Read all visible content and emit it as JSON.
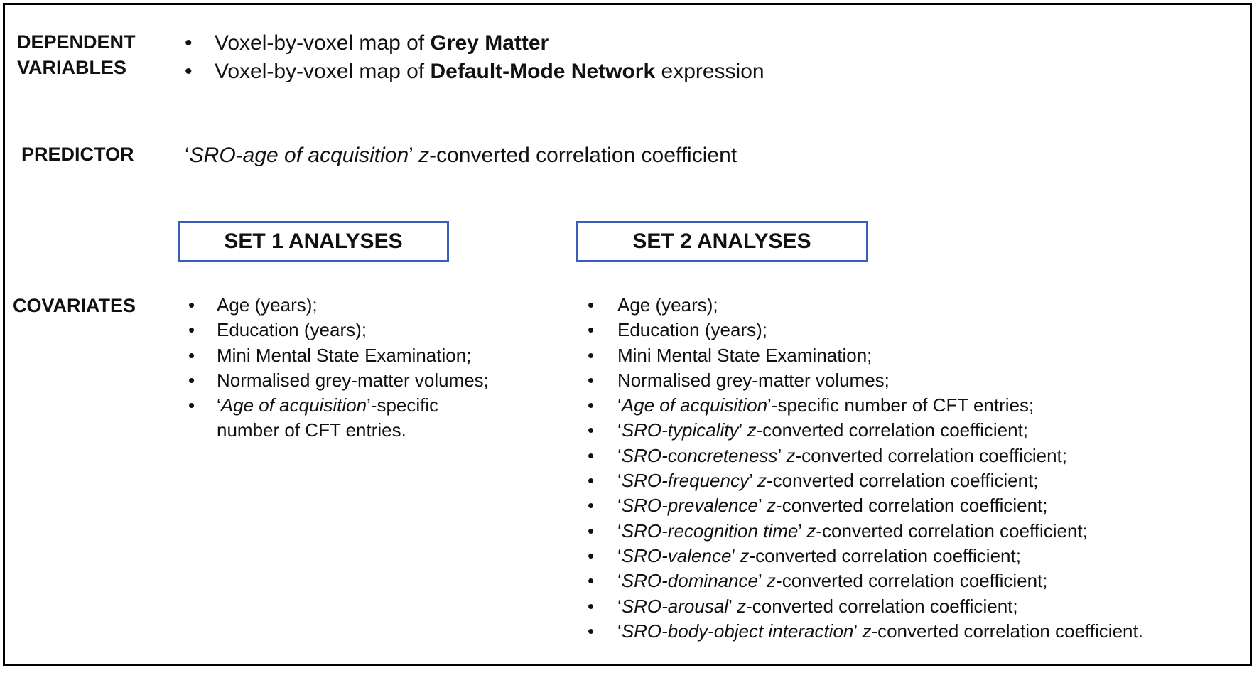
{
  "labels": {
    "dependent_line1": "DEPENDENT",
    "dependent_line2": "VARIABLES",
    "predictor": "PREDICTOR",
    "covariates": "COVARIATES"
  },
  "dependent_variables": [
    {
      "prefix": "Voxel-by-voxel map of ",
      "bold": "Grey Matter",
      "suffix": ""
    },
    {
      "prefix": "Voxel-by-voxel  map of ",
      "bold": "Default-Mode Network",
      "suffix": " expression"
    }
  ],
  "predictor": {
    "quote_open": "‘",
    "italic": "SRO-age of acquisition",
    "quote_close": "’",
    "z": "z",
    "rest": "-converted correlation coefficient"
  },
  "set1": {
    "title": "SET 1 ANALYSES",
    "items": [
      {
        "text": "Age (years);"
      },
      {
        "text": "Education (years);"
      },
      {
        "text": "Mini Mental State Examination;"
      },
      {
        "text": "Normalised grey-matter volumes;"
      },
      {
        "quote_open": "‘",
        "italic": "Age of acquisition",
        "quote_close": "’",
        "rest": "-specific number  of CFT entries."
      }
    ]
  },
  "set2": {
    "title": "SET 2 ANALYSES",
    "items": [
      {
        "text": "Age (years);"
      },
      {
        "text": "Education (years);"
      },
      {
        "text": "Mini Mental State Examination;"
      },
      {
        "text": "Normalised grey-matter volumes;"
      },
      {
        "quote_open": "‘",
        "italic": "Age of acquisition",
        "quote_close": "’",
        "rest": "-specific number  of CFT entries;"
      },
      {
        "quote_open": "‘",
        "italic": "SRO-typicality",
        "quote_close": "’ ",
        "z": "z",
        "rest": "-converted correlation coefficient;"
      },
      {
        "quote_open": "‘",
        "italic": "SRO-concreteness",
        "quote_close": "’ ",
        "z": "z",
        "rest": "-converted correlation coefficient;"
      },
      {
        "quote_open": "‘",
        "italic": "SRO-frequency",
        "quote_close": "’ ",
        "z": "z",
        "rest": "-converted correlation coefficient;"
      },
      {
        "quote_open": "‘",
        "italic": "SRO-prevalence",
        "quote_close": "’ ",
        "z": "z",
        "rest": "-converted correlation coefficient;"
      },
      {
        "quote_open": "‘",
        "italic": "SRO-recognition time",
        "quote_close": "’ ",
        "z": "z",
        "rest": "-converted correlation coefficient;"
      },
      {
        "quote_open": "‘",
        "italic": "SRO-valence",
        "quote_close": "’ ",
        "z": "z",
        "rest": "-converted correlation coefficient;"
      },
      {
        "quote_open": "‘",
        "italic": "SRO-dominance",
        "quote_close": "’ ",
        "z": "z",
        "rest": "-converted correlation coefficient;"
      },
      {
        "quote_open": "‘",
        "italic": "SRO-arousal",
        "quote_close": "’ ",
        "z": "z",
        "rest": "-converted correlation coefficient;"
      },
      {
        "quote_open": "‘",
        "italic": "SRO-body-object interaction",
        "quote_close": "’ ",
        "z": "z",
        "rest": "-converted correlation coefficient."
      }
    ]
  },
  "bullet_char": "•",
  "colors": {
    "box_border": "#3b5cb8",
    "frame": "#000000",
    "text": "#111111"
  }
}
